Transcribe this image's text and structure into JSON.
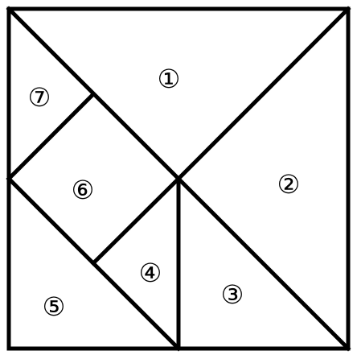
{
  "figure": {
    "pieces": [
      {
        "id": "1",
        "label": "①"
      },
      {
        "id": "2",
        "label": "②"
      },
      {
        "id": "3",
        "label": "③"
      },
      {
        "id": "4",
        "label": "④"
      },
      {
        "id": "5",
        "label": "⑤"
      },
      {
        "id": "6",
        "label": "⑥"
      },
      {
        "id": "7",
        "label": "⑦"
      }
    ]
  },
  "colors": {
    "stroke": "#000000",
    "background": "#ffffff"
  }
}
